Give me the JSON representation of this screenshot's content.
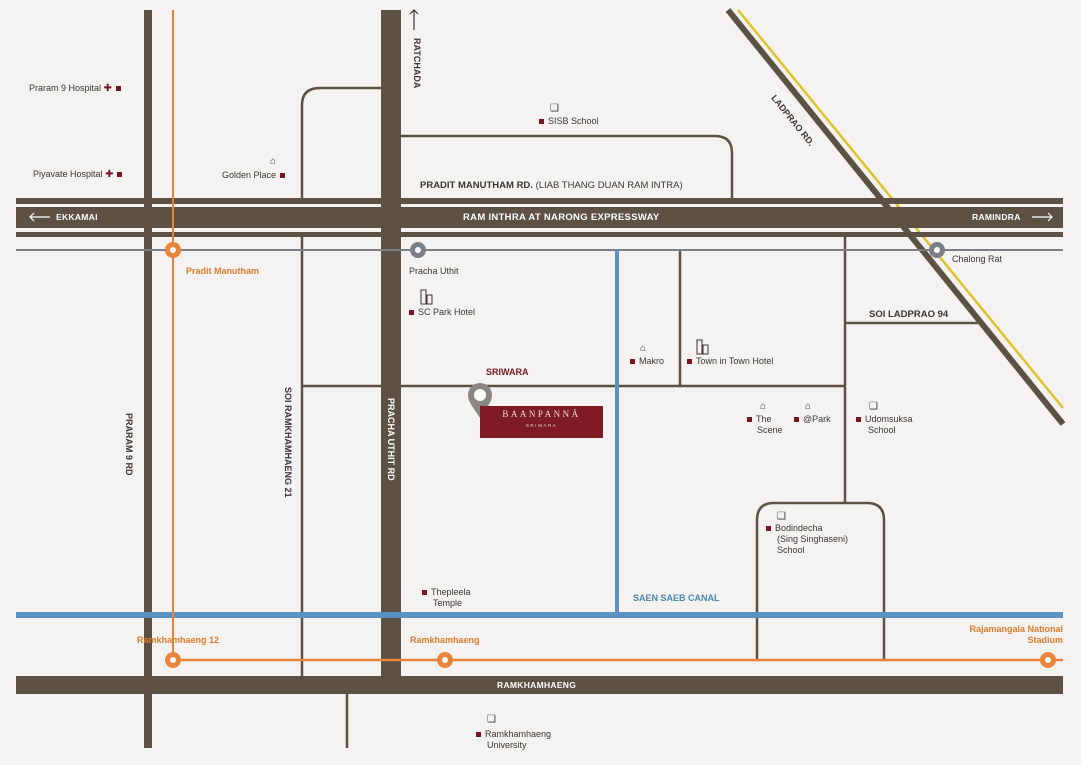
{
  "roads": {
    "pradit_manutham": "PRADIT MANUTHAM RD.",
    "pradit_manutham_sub": "(LIAB THANG DUAN RAM INTRA)",
    "expressway": "RAM INTHRA AT NARONG EXPRESSWAY",
    "ekkamai": "EKKAMAI",
    "ramindra": "RAMINDRA",
    "ratchada": "RATCHADA",
    "ladprao_rd": "LADPRAO RD.",
    "soi_ladprao_94": "SOI LADPRAO 94",
    "praram_9_rd": "PRARAM 9 RD",
    "soi_ramkhamhaeng_21": "SOI RAMKHAMHAENG 21",
    "pracha_uthit_rd": "PRACHA UTHIT RD",
    "sriwara": "SRIWARA",
    "saen_saeb_canal": "SAEN SAEB CANAL",
    "ramkhamhaeng": "RAMKHAMHAENG"
  },
  "stations": {
    "pradit_manutham": "Pradit Manutham",
    "pracha_uthit": "Pracha Uthit",
    "chalong_rat": "Chalong Rat",
    "ramkhamhaeng_12": "Ramkhamhaeng 12",
    "ramkhamhaeng": "Ramkhamhaeng",
    "rajamangala_1": "Rajamangala National",
    "rajamangala_2": "Stadium"
  },
  "places": {
    "praram9_hospital": "Praram 9 Hospital",
    "piyavate_hospital": "Piyavate Hospital",
    "golden_place": "Golden Place",
    "sisb_school": "SISB School",
    "sc_park_hotel": "SC Park Hotel",
    "makro": "Makro",
    "town_in_town_hotel": "Town in Town Hotel",
    "the_scene_1": "The",
    "the_scene_2": "Scene",
    "at_park": "@Park",
    "udomsuksa_1": "Udomsuksa",
    "udomsuksa_2": "School",
    "bodindecha_1": "Bodindecha",
    "bodindecha_2": "(Sing Singhaseni)",
    "bodindecha_3": "School",
    "thepleela_1": "Thepleela",
    "thepleela_2": "Temple",
    "ramkhamhaeng_univ_1": "Ramkhamhaeng",
    "ramkhamhaeng_univ_2": "University"
  },
  "project": {
    "name": "BAANPANNĀ",
    "sub": "SRIWARA"
  },
  "colors": {
    "road": "#5c5142",
    "orange_line": "#e8843a",
    "canal": "#5a93bf",
    "yellow_line": "#e0c32b",
    "brand": "#7d1a22",
    "marker": "#7a1620"
  }
}
